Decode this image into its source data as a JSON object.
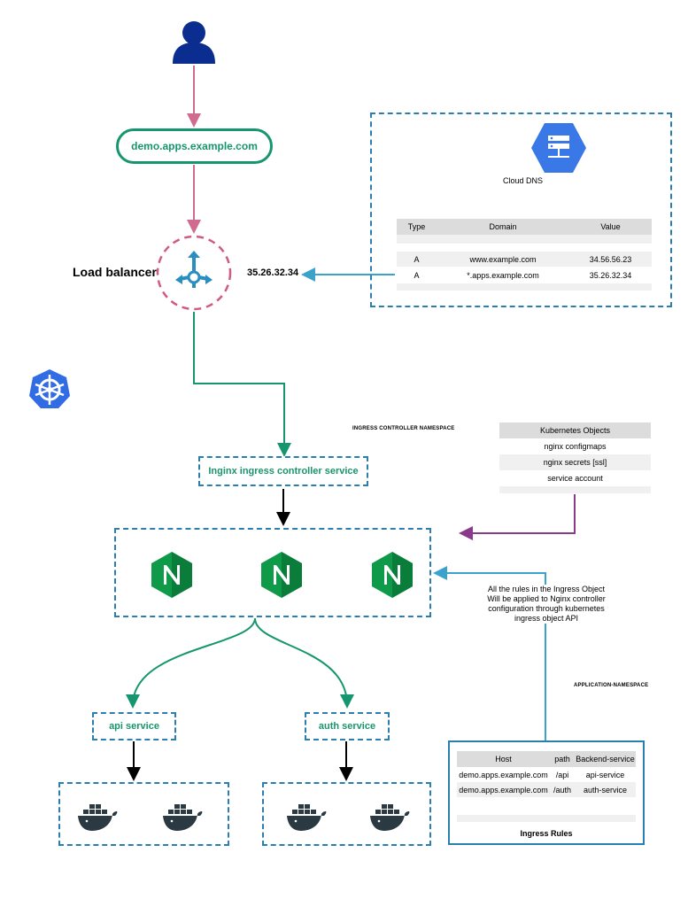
{
  "user": {
    "icon": "user-icon"
  },
  "domain_pill": "demo.apps.example.com",
  "load_balancer": {
    "label": "Load balancer",
    "ip": "35.26.32.34",
    "icon": "load-balancer-icon"
  },
  "cloud_dns": {
    "title": "Cloud DNS",
    "icon": "cloud-dns-icon",
    "headers": [
      "Type",
      "Domain",
      "Value"
    ],
    "rows": [
      [
        "A",
        "www.example.com",
        "34.56.56.23"
      ],
      [
        "A",
        "*.apps.example.com",
        "35.26.32.34"
      ]
    ]
  },
  "kubernetes": {
    "icon": "kubernetes-icon"
  },
  "ingress_namespace": {
    "label": "INGRESS CONTROLLER NAMESPACE",
    "controller_service": "Inginx ingress controller service",
    "nginx_icons": [
      "nginx-icon",
      "nginx-icon",
      "nginx-icon"
    ]
  },
  "kubernetes_objects": {
    "title": "Kubernetes Objects",
    "items": [
      "nginx configmaps",
      "nginx secrets [ssl]",
      "service account"
    ]
  },
  "ingress_note": "All the rules in the Ingress Object Will be applied to Nginx controller configuration through kubernetes ingress object API",
  "app_namespace": {
    "label": "APPLICATION-NAMESPACE",
    "services": [
      "api service",
      "auth service"
    ]
  },
  "ingress_rules": {
    "title": "Ingress Rules",
    "headers": [
      "Host",
      "path",
      "Backend-service"
    ],
    "rows": [
      [
        "demo.apps.example.com",
        "/api",
        "api-service"
      ],
      [
        "demo.apps.example.com",
        "/auth",
        "auth-service"
      ]
    ]
  },
  "colors": {
    "blue_dash": "#2a7fb0",
    "pink_dash": "#d05a85",
    "green": "#16966e",
    "pink_arrow": "#d16a8f",
    "cyan_arrow": "#3aa3cc",
    "purple_arrow": "#8a3a8a",
    "user_navy": "#0a2d8f",
    "nginx_green": "#0f9a4a",
    "docker_dark": "#2b3a42"
  }
}
